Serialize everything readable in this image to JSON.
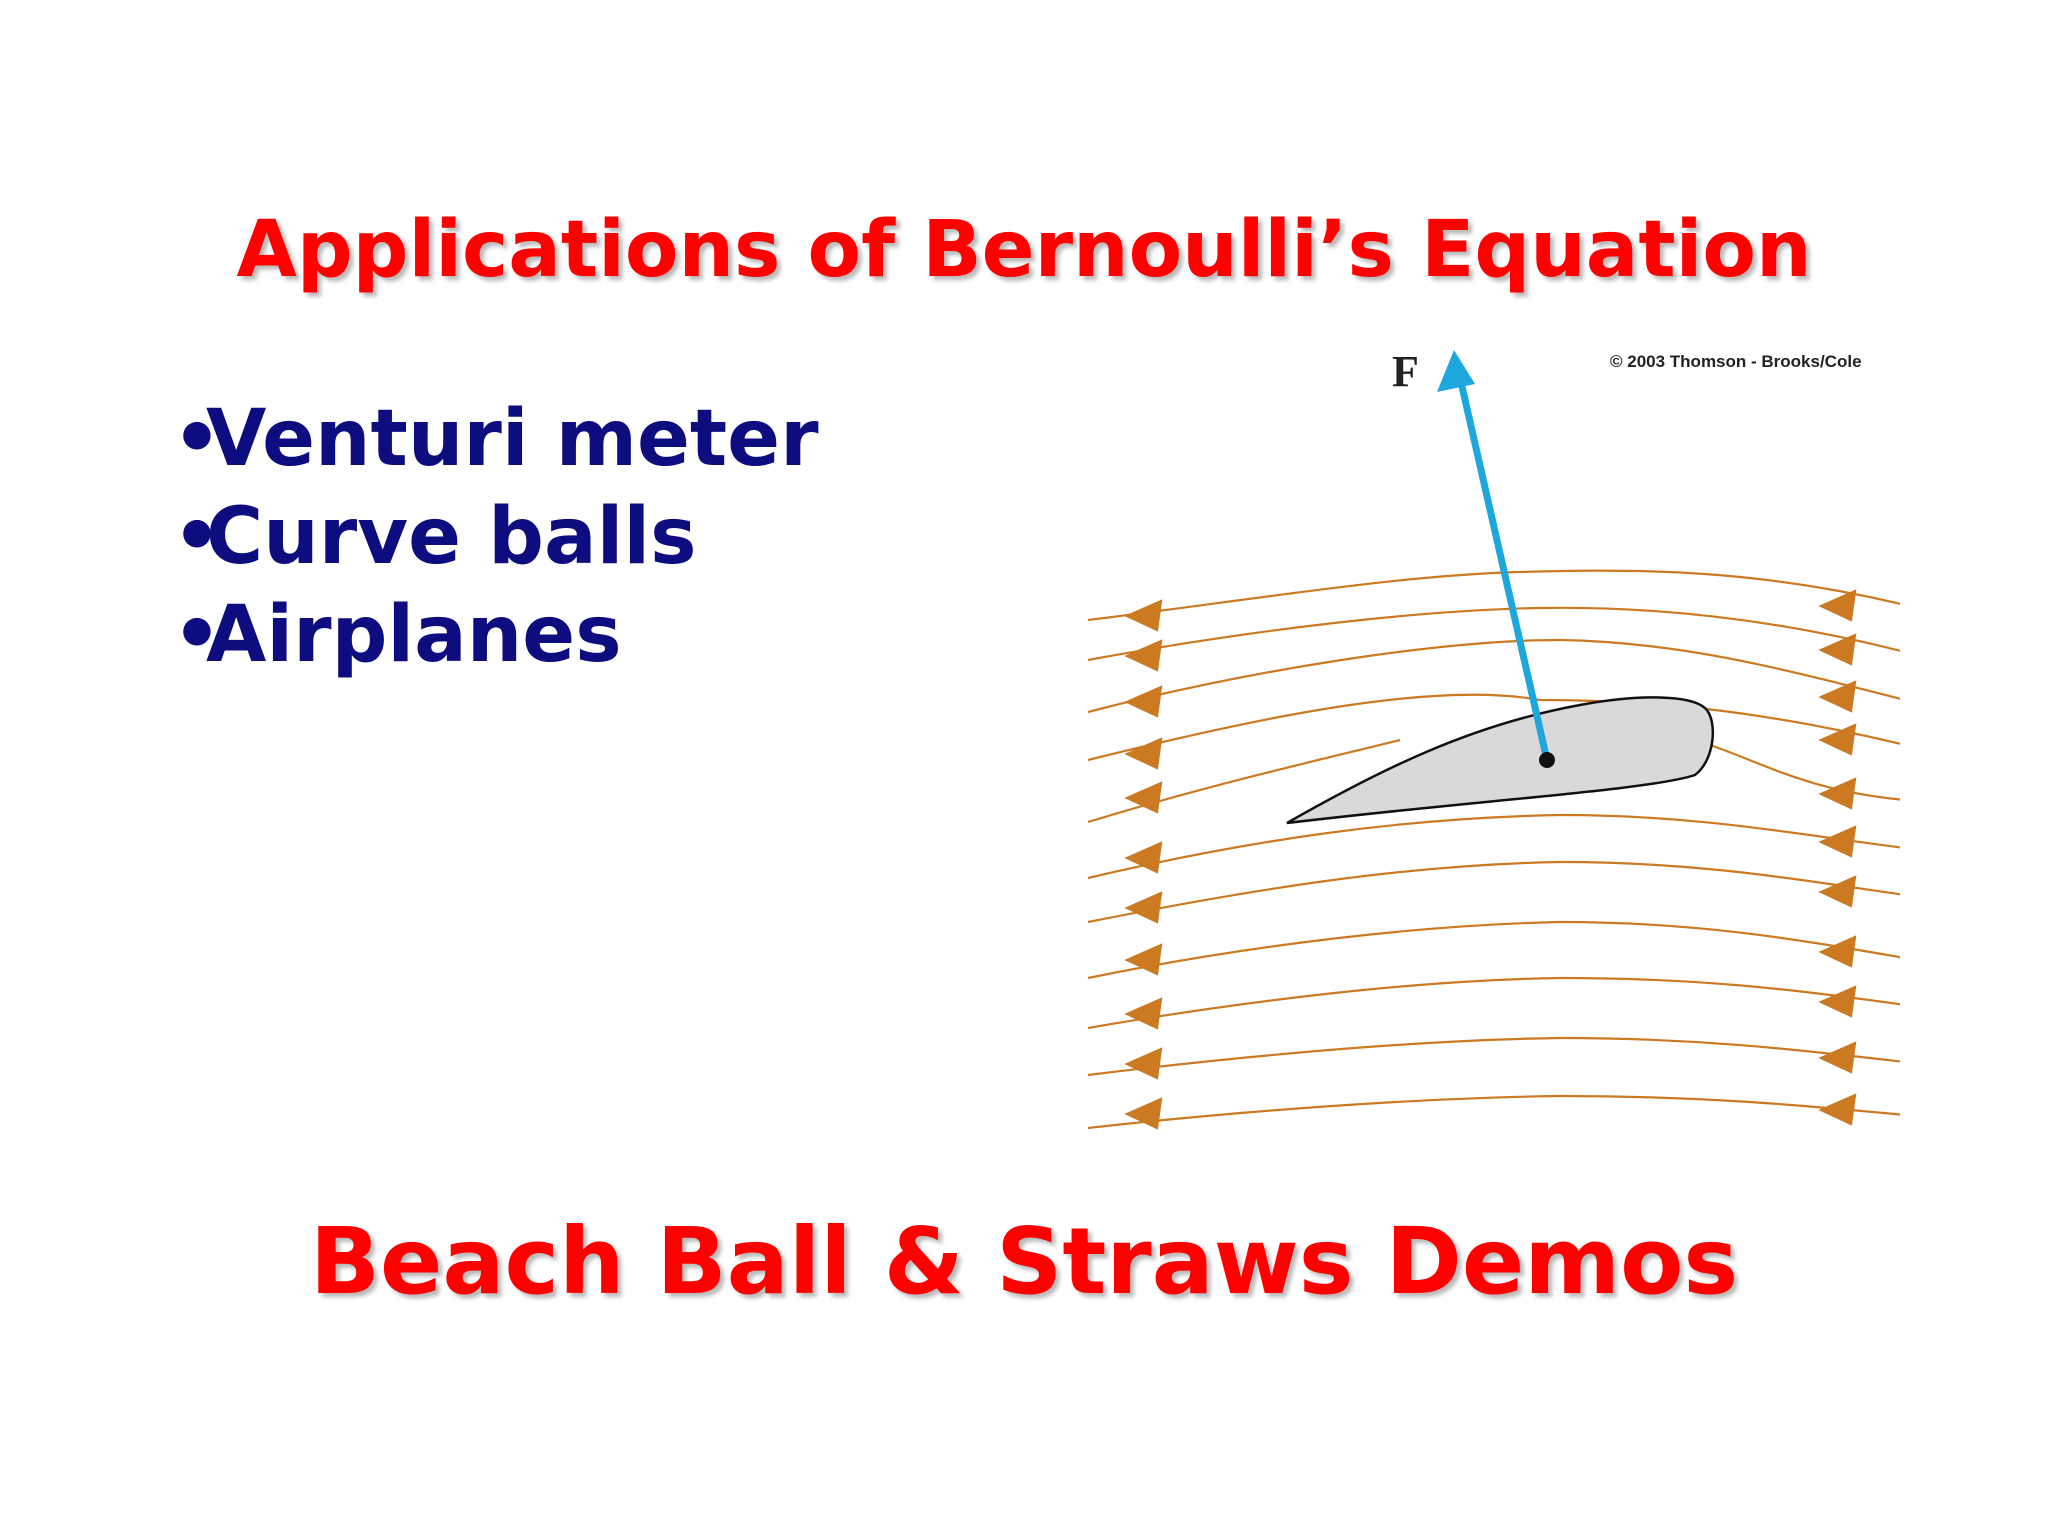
{
  "slide": {
    "title": "Applications of Bernoulli’s Equation",
    "bullets": [
      {
        "marker": "•",
        "text": "Venturi meter"
      },
      {
        "marker": "•",
        "text": "Curve balls"
      },
      {
        "marker": "•",
        "text": "Airplanes"
      }
    ],
    "footer": "Beach Ball & Straws Demos",
    "colors": {
      "title": "#ff0000",
      "bullets": "#0d0d80",
      "streamlines": "#cc7a22",
      "force_arrow": "#1ea7dd",
      "airfoil_fill": "#d9d9d9"
    }
  },
  "figure": {
    "force_label": "F",
    "copyright": "© 2003 Thomson - Brooks/Cole",
    "icons": [
      "airfoil-shape",
      "force-arrow-icon",
      "streamline-arrow-icon"
    ]
  }
}
